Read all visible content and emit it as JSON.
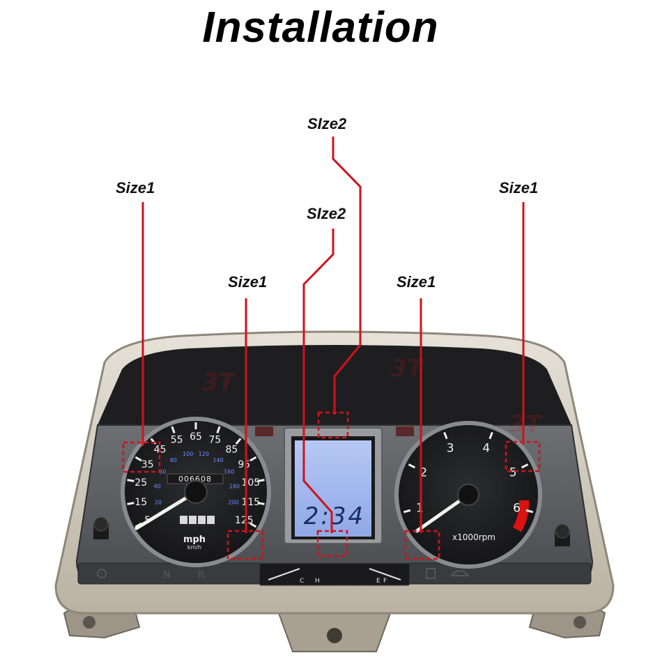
{
  "title": "Installation",
  "labels": {
    "size1_far_left": "Size1",
    "size1_inner_left": "Size1",
    "size2_top": "SIze2",
    "size2_middle": "SIze2",
    "size1_inner_right": "Size1",
    "size1_far_right": "Size1"
  },
  "speedometer": {
    "mph_ticks": [
      "5",
      "15",
      "25",
      "35",
      "45",
      "55",
      "65",
      "75",
      "85",
      "95",
      "105",
      "115",
      "125"
    ],
    "kmh_ticks": [
      "20",
      "40",
      "60",
      "80",
      "100",
      "120",
      "140",
      "160",
      "180",
      "200"
    ],
    "unit_main": "mph",
    "unit_sub": "km/h",
    "odometer": "006608"
  },
  "lcd": {
    "time": "2:34"
  },
  "tachometer": {
    "ticks": [
      "1",
      "2",
      "3",
      "4",
      "5",
      "6"
    ],
    "unit": "x1000rpm"
  },
  "gauge_marks": {
    "temp_low": "C",
    "temp_high": "H",
    "fuel_empty": "E",
    "fuel_full": "F"
  },
  "indicators": {
    "neutral": "N",
    "reverse": "R"
  },
  "watermark": "3T",
  "colors": {
    "accent_red": "#c8141e",
    "lcd_blue": "#9fb8f0",
    "face_dark": "#1c1c1e"
  }
}
